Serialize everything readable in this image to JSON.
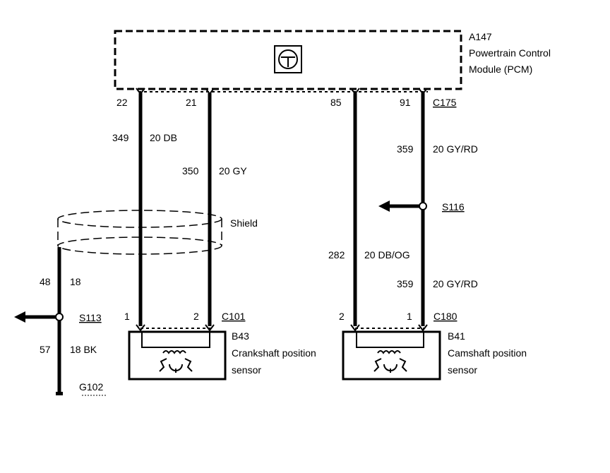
{
  "pcm": {
    "id": "A147",
    "name_line1": "Powertrain Control",
    "name_line2": "Module (PCM)",
    "connector": "C175",
    "pins": [
      "22",
      "21",
      "85",
      "91"
    ]
  },
  "wires": {
    "ckp_pos": {
      "circuit": "349",
      "spec": "20 DB"
    },
    "ckp_neg": {
      "circuit": "350",
      "spec": "20 GY"
    },
    "cmp_sig": {
      "circuit": "282",
      "spec": "20 DB/OG"
    },
    "cmp_pwr_top": {
      "circuit": "359",
      "spec": "20 GY/RD"
    },
    "cmp_pwr_bot": {
      "circuit": "359",
      "spec": "20 GY/RD"
    },
    "shield_top": {
      "circuit": "48",
      "spec": "18"
    },
    "shield_bot": {
      "circuit": "57",
      "spec": "18 BK"
    }
  },
  "shield_label": "Shield",
  "splices": {
    "s116": "S116",
    "s113": "S113"
  },
  "ground": "G102",
  "ckp_sensor": {
    "id": "B43",
    "name_line1": "Crankshaft position",
    "name_line2": "sensor",
    "connector": "C101",
    "pins": [
      "1",
      "2"
    ]
  },
  "cmp_sensor": {
    "id": "B41",
    "name_line1": "Camshaft position",
    "name_line2": "sensor",
    "connector": "C180",
    "pins": [
      "2",
      "1"
    ]
  }
}
